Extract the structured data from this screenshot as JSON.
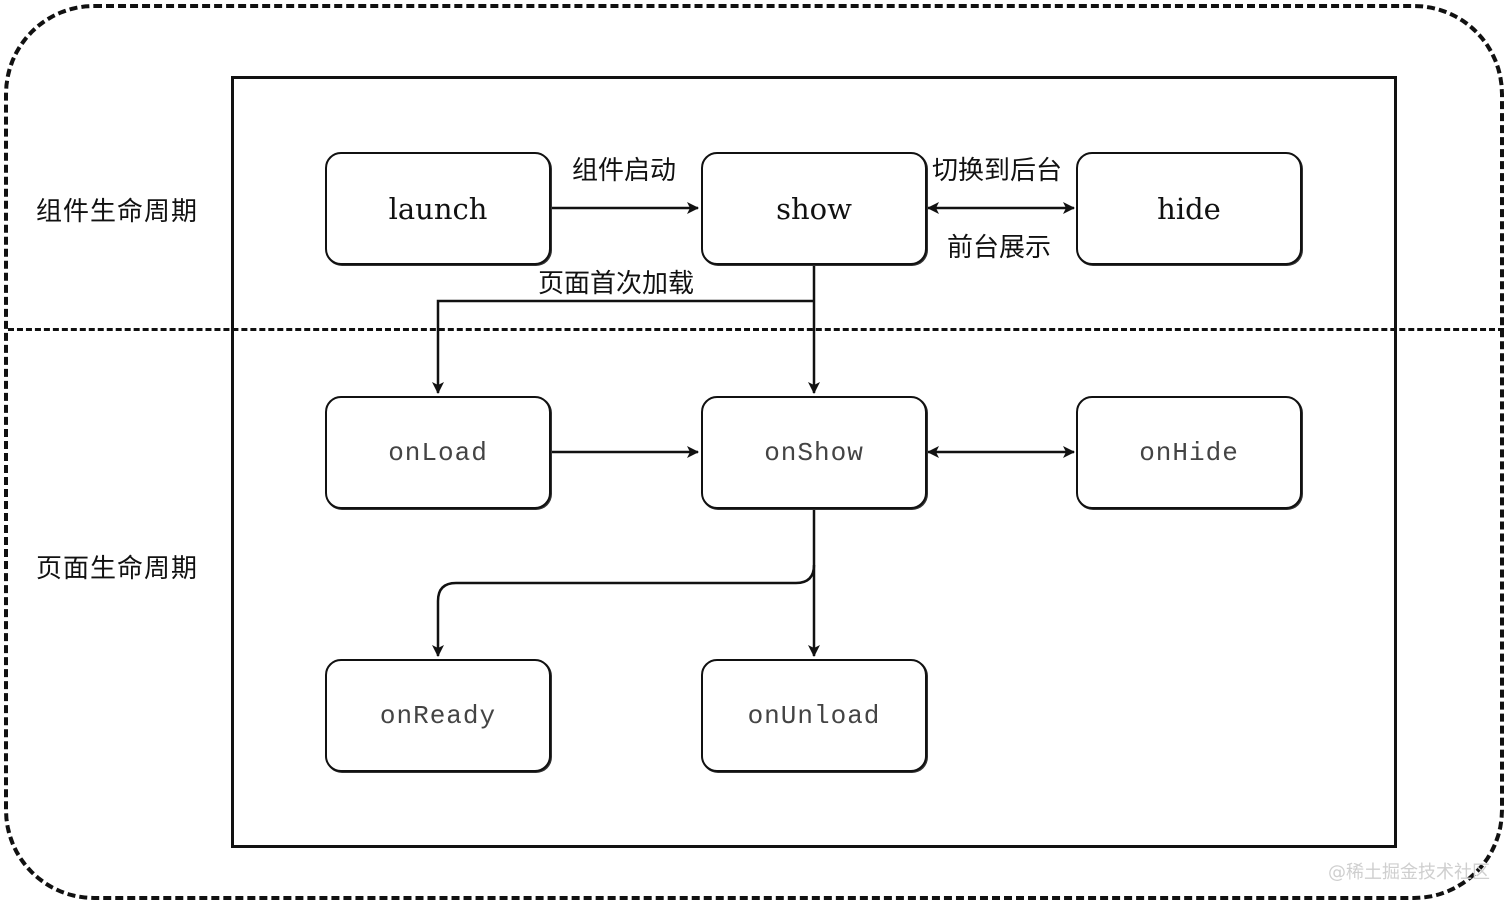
{
  "sections": {
    "component": "组件生命周期",
    "page": "页面生命周期"
  },
  "nodes": {
    "launch": "launch",
    "show": "show",
    "hide": "hide",
    "onLoad": "onLoad",
    "onShow": "onShow",
    "onHide": "onHide",
    "onReady": "onReady",
    "onUnload": "onUnload"
  },
  "edges": {
    "launch_to_show": "组件启动",
    "show_to_hide": "切换到后台",
    "hide_to_show": "前台展示",
    "first_load": "页面首次加载"
  },
  "watermark": "@稀土掘金技术社区"
}
